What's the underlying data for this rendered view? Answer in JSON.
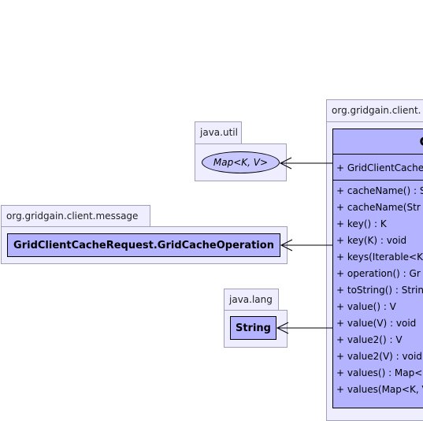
{
  "packages": {
    "util": {
      "name": "java.util",
      "interface_name": "Map<K, V>"
    },
    "message": {
      "name": "org.gridgain.client.message",
      "class_name": "GridClientCacheRequest.GridCacheOperation"
    },
    "lang": {
      "name": "java.lang",
      "class_name": "String"
    },
    "client": {
      "name": "org.gridgain.client."
    }
  },
  "main_class": {
    "title": "Gr",
    "constructor": "+ GridClientCache",
    "methods": [
      "+ cacheName() : S",
      "+ cacheName(Str",
      "+ key() : K",
      "+ key(K) : void",
      "+ keys(Iterable<K",
      "+ operation() : Gr",
      "+ toString() : Strin",
      "+ value() : V",
      "+ value(V) : void",
      "+ value2() : V",
      "+ value2(V) : void",
      "+ values() : Map<",
      "+ values(Map<K, V"
    ]
  },
  "colors": {
    "package_fill": "#eeeeff",
    "class_fill": "#b3b3ff",
    "outline": "#000000"
  }
}
